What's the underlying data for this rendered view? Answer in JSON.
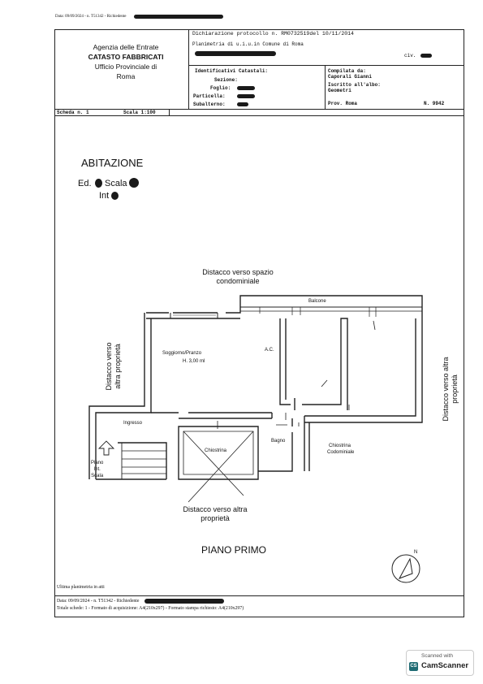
{
  "top_strip": "Data: 09/09/2024 - n. T51342 - Richiedente",
  "header": {
    "agency_line1": "Agenzia delle Entrate",
    "agency_line2": "CATASTO FABBRICATI",
    "agency_line3": "Ufficio Provinciale di",
    "agency_line4": "Roma",
    "declaration": "Dichiarazione protocollo n. RM0732519del 10/11/2014",
    "planimetria": "Planimetria di u.i.u.in Comune di Roma",
    "civ_label": "civ.",
    "ident_title": "Identificativi Catastali:",
    "sezione": "Sezione:",
    "foglio": "Foglio:",
    "particella": "Particella:",
    "subalterno": "Subalterno:",
    "compilata": "Compilata da:",
    "compilata_name": "Caporali Gianni",
    "iscritto": "Iscritto all'albo:",
    "iscritto_value": "Geometri",
    "prov": "Prov. Roma",
    "numero": "N. 9942",
    "scheda": "Scheda n. 1",
    "scala": "Scala 1:100"
  },
  "plan": {
    "title": "ABITAZIONE",
    "ed": "Ed.",
    "scala_label": "Scala",
    "int_label": "Int",
    "distacco_top_1": "Distacco verso spazio",
    "distacco_top_2": "condominiale",
    "distacco_left_1": "Distacco verso",
    "distacco_left_2": "altra proprietà",
    "distacco_right_1": "Distacco verso altra",
    "distacco_right_2": "proprietà",
    "distacco_bottom_1": "Distacco verso altra",
    "distacco_bottom_2": "proprietà",
    "balcone": "Balcone",
    "soggiorno_1": "Soggiorno/Pranzo",
    "soggiorno_2": "H. 3,00 ml",
    "ac": "A.C.",
    "ingresso": "Ingresso",
    "bagno": "Bagno",
    "chiostrina": "Chiostrina",
    "chiostrina_cond_1": "Chiostrina",
    "chiostrina_cond_2": "Codominiale",
    "piano_int_1": "Piano",
    "piano_int_2": "Int.",
    "piano_int_3": "Scala",
    "floor": "PIANO PRIMO",
    "north": "N"
  },
  "footer": {
    "line1": "Ultima planimetria in atti",
    "line2": "Data: 09/09/2024 - n. T51342 - Richiedente",
    "line3": "Totale schede: 1 - Formato di acquisizione: A4(210x297) - Formato stampa richiesto: A4(210x297)"
  },
  "badge": {
    "line1": "Scanned with",
    "line2": "CamScanner",
    "icon": "CS"
  }
}
